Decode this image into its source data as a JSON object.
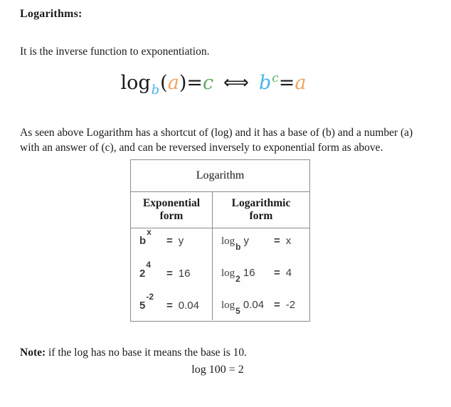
{
  "page": {
    "title": "Logarithms:",
    "intro": "It is the inverse function to exponentiation.",
    "paragraph_line1": "As seen above Logarithm has a shortcut of (log) and it has a base of (b) and a number (a)",
    "paragraph_line2": "with an answer of (c), and can be reversed inversely to exponential form as above.",
    "note_label": "Note:",
    "note_text": " if the log has no base it means the base is 10.",
    "bottom_formula": "log 100 = 2"
  },
  "formula": {
    "log": "log",
    "base": "b",
    "open_paren": "(",
    "arg": "a",
    "close_paren": ")",
    "equals": "=",
    "result": "c",
    "arrow": "⟺",
    "exp_base": "b",
    "exp_power": "c",
    "exp_equals": "=",
    "exp_result": "a",
    "colors": {
      "base": "#45b6e8",
      "arg": "#f2a35e",
      "result": "#5fae63",
      "text": "#1a1a1a"
    }
  },
  "table": {
    "title": "Logarithm",
    "columns": [
      {
        "line1": "Exponential",
        "line2": "form"
      },
      {
        "line1": "Logarithmic",
        "line2": "form"
      }
    ],
    "rows": [
      {
        "exp_base": "b",
        "exp_sup": "x",
        "exp_eq": "=",
        "exp_val": "y",
        "log_fn": "log",
        "log_sub": "b",
        "log_arg": "y",
        "log_eq": "=",
        "log_val": "x"
      },
      {
        "exp_base": "2",
        "exp_sup": "4",
        "exp_eq": "=",
        "exp_val": "16",
        "log_fn": "log",
        "log_sub": "2",
        "log_arg": "16",
        "log_eq": "=",
        "log_val": "4"
      },
      {
        "exp_base": "5",
        "exp_sup": "-2",
        "exp_eq": "=",
        "exp_val": "0.04",
        "log_fn": "log",
        "log_sub": "5",
        "log_arg": "0.04",
        "log_eq": "=",
        "log_val": "-2"
      }
    ]
  }
}
